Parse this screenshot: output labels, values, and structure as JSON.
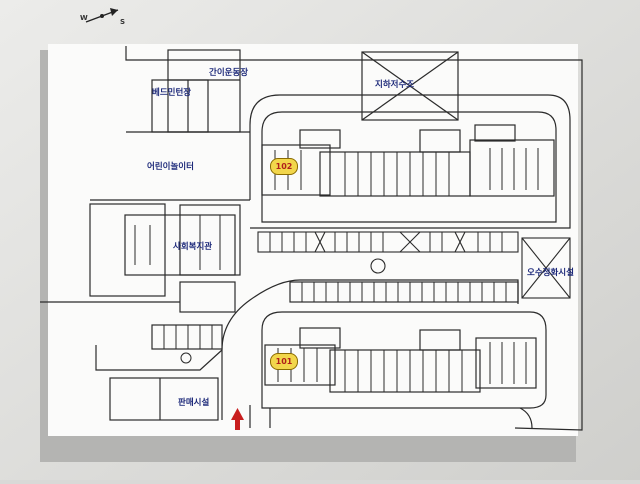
{
  "compass": {
    "west": "W",
    "south": "S"
  },
  "facilities": {
    "playground": "간이운동장",
    "badminton": "베드민턴장",
    "water_tank": "지하저수조",
    "kids_playground": "어린이놀이터",
    "welfare_center": "사회복지관",
    "sewage_plant": "오수정화시설",
    "store": "판매시설"
  },
  "buildings": {
    "b102": "102",
    "b101": "101"
  },
  "colors": {
    "badge_fill": "#f2d64b",
    "badge_text": "#b0201a",
    "label_text": "#1e2a7a",
    "entrance_arrow": "#c81e1e"
  },
  "icons": {
    "entrance": "arrow-up-icon",
    "compass": "compass-icon"
  }
}
